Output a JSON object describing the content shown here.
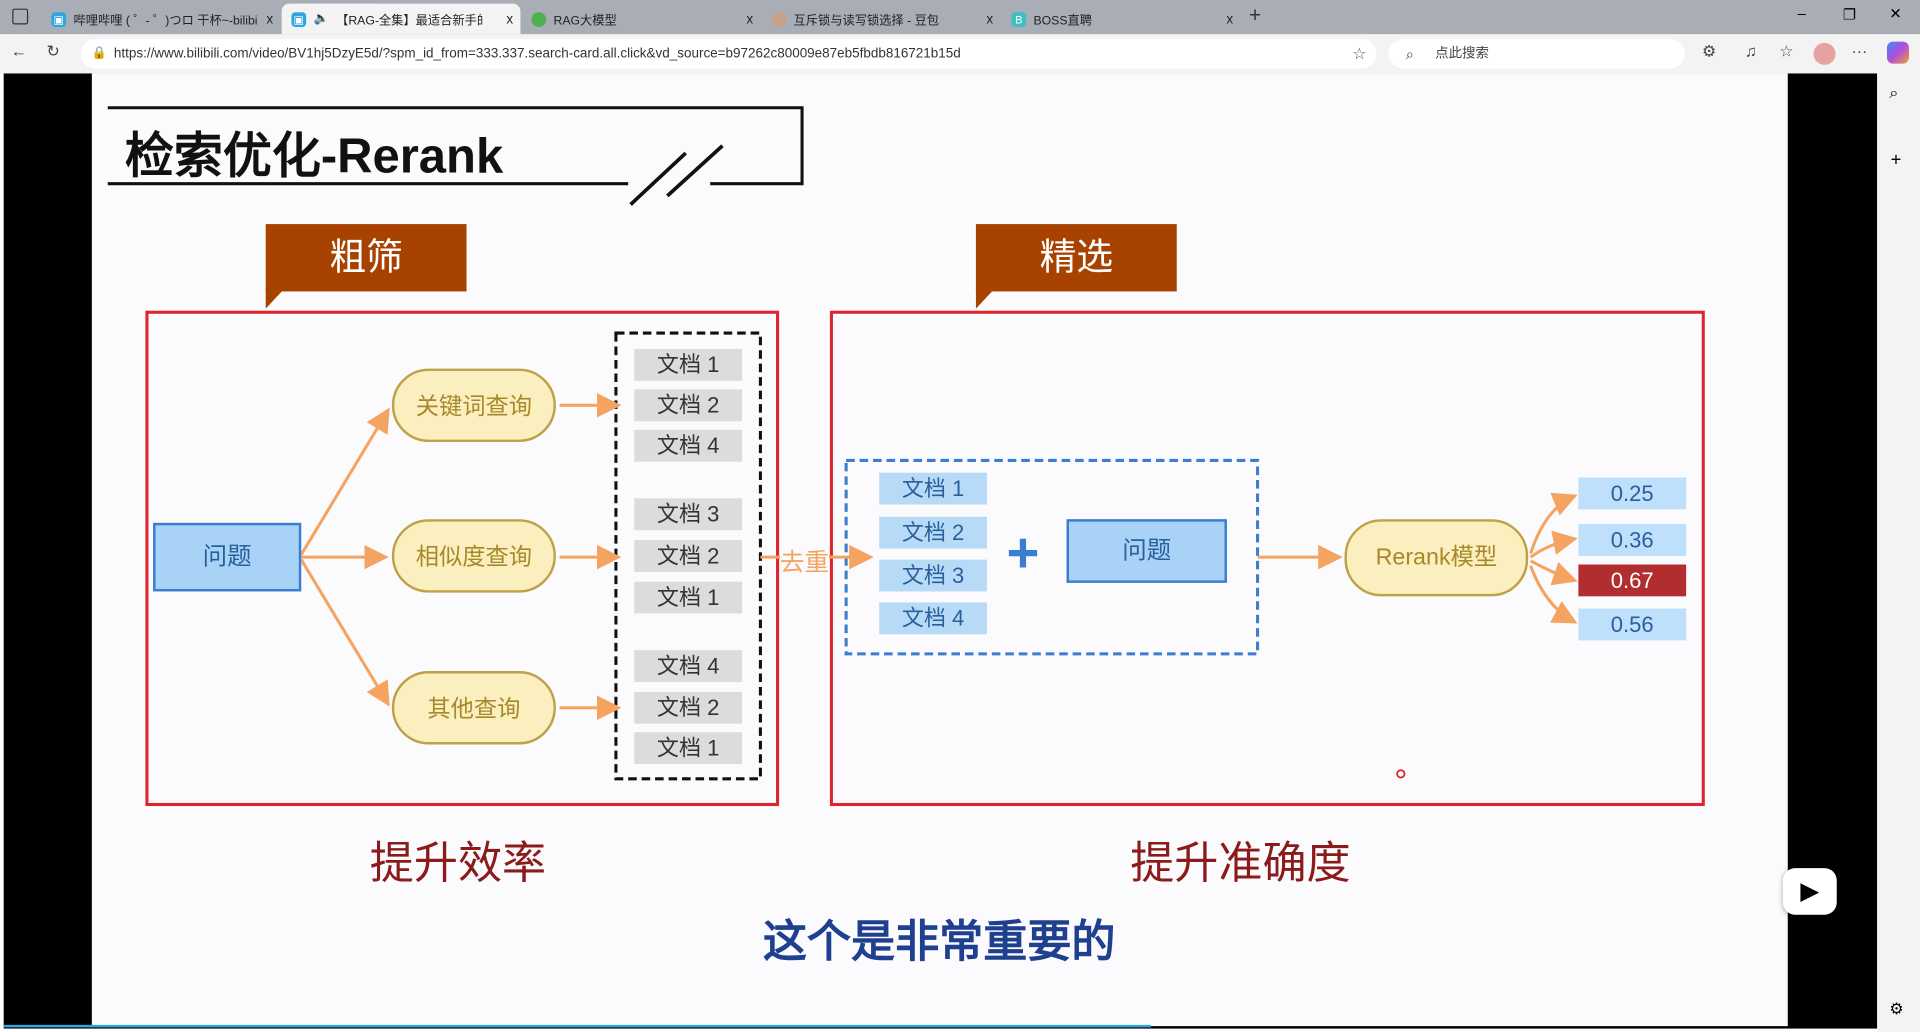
{
  "browser": {
    "tabs": [
      {
        "title": "哔哩哔哩 ( ゜- ゜)つロ 干杯~-bilibili",
        "icon": "bilibili-icon"
      },
      {
        "title": "【RAG-全集】最适合新手的",
        "icon": "bilibili-icon",
        "active": true
      },
      {
        "title": "RAG大模型",
        "icon": "leaf-icon"
      },
      {
        "title": "互斥锁与读写锁选择 - 豆包",
        "icon": "doubao-icon"
      },
      {
        "title": "BOSS直聘",
        "icon": "boss-icon"
      }
    ],
    "close": "x",
    "new_tab": "+",
    "url": "https://www.bilibili.com/video/BV1hj5DzyE5d/?spm_id_from=333.337.search-card.all.click&vd_source=b97262c80009e87eb5fbdb816721b15d",
    "search_placeholder": "点此搜索"
  },
  "slide": {
    "title": "检索优化-Rerank",
    "left_banner": "粗筛",
    "right_banner": "精选",
    "question": "问题",
    "queries": [
      "关键词查询",
      "相似度查询",
      "其他查询"
    ],
    "doc_groups": [
      [
        "文档 1",
        "文档 2",
        "文档 4"
      ],
      [
        "文档 3",
        "文档 2",
        "文档 1"
      ],
      [
        "文档 4",
        "文档 2",
        "文档 1"
      ]
    ],
    "dedup": "去重",
    "dedup_docs": [
      "文档 1",
      "文档 2",
      "文档 3",
      "文档 4"
    ],
    "plus": "+",
    "rerank_model": "Rerank模型",
    "scores": [
      {
        "value": "0.25"
      },
      {
        "value": "0.36"
      },
      {
        "value": "0.67",
        "highlight": true
      },
      {
        "value": "0.56"
      }
    ],
    "left_caption": "提升效率",
    "right_caption": "提升准确度",
    "subtitle": "这个是非常重要的"
  },
  "colors": {
    "banner": "#a84200",
    "frame": "#e0242b",
    "arrow": "#f4a460",
    "highlight": "#b22d2d",
    "subtitle": "#1f3f8f"
  }
}
